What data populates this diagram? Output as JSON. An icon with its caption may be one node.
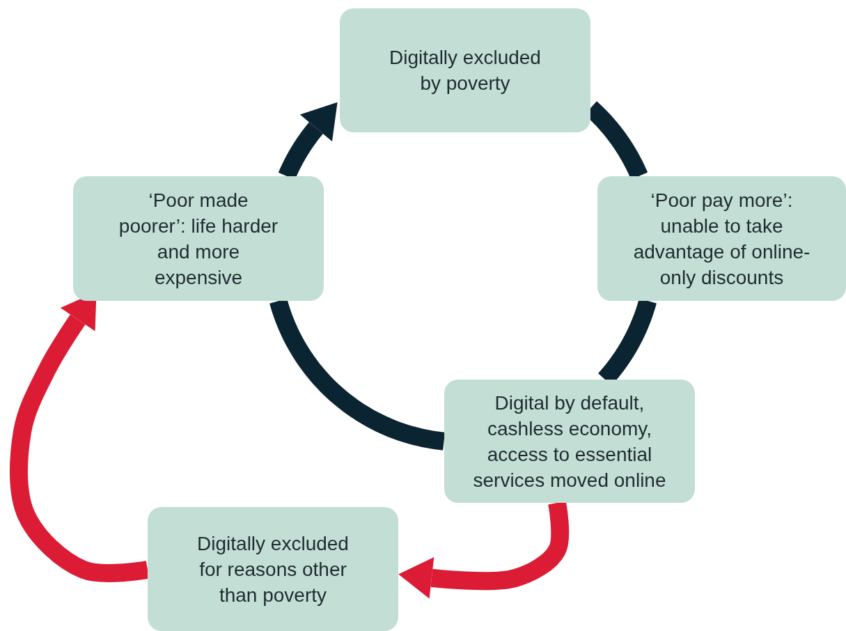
{
  "diagram": {
    "nodes": [
      {
        "text": [
          "Digitally excluded by poverty"
        ]
      },
      {
        "text": [
          "‘Poor pay more’: unable to take advantage of online-only discounts"
        ]
      },
      {
        "text": [
          "Digital by default, cashless economy, access to essential services moved online"
        ]
      },
      {
        "text": [
          "Digitally excluded for reasons other than poverty"
        ]
      },
      {
        "text": [
          "‘Poor made poorer’: life harder and more expensive"
        ]
      }
    ],
    "edges": [
      {
        "from": 0,
        "to": 1,
        "arrow": "none"
      },
      {
        "from": 1,
        "to": 2,
        "arrow": "none"
      },
      {
        "from": 2,
        "to": 4,
        "arrow": "none"
      },
      {
        "from": 4,
        "to": 0,
        "arrow": "to"
      },
      {
        "from": 2,
        "to": 3,
        "arrow": "to",
        "color": "#dc1c35"
      },
      {
        "from": 3,
        "to": 4,
        "arrow": "to",
        "color": "#dc1c35"
      }
    ]
  }
}
